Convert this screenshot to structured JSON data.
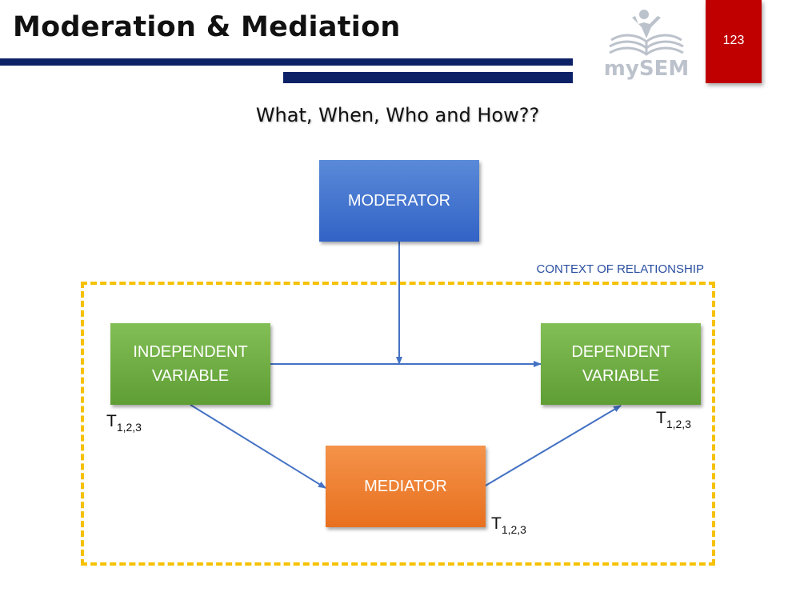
{
  "header": {
    "title": "Moderation & Mediation",
    "logo_text": "mySEM",
    "page_number": "123"
  },
  "subtitle": "What, When, Who and How??",
  "diagram": {
    "context_label": "CONTEXT OF RELATIONSHIP",
    "nodes": {
      "moderator": "MODERATOR",
      "independent_line1": "INDEPENDENT",
      "independent_line2": "VARIABLE",
      "dependent_line1": "DEPENDENT",
      "dependent_line2": "VARIABLE",
      "mediator": "MEDIATOR"
    },
    "time_labels": {
      "independent": {
        "main": "T",
        "sub": "1,2,3"
      },
      "dependent": {
        "main": "T",
        "sub": "1,2,3"
      },
      "mediator": {
        "main": "T",
        "sub": "1,2,3"
      }
    }
  },
  "colors": {
    "navy_rule": "#0d2167",
    "page_box": "#c00000",
    "context_border": "#f5c100",
    "context_label": "#2a4fa0",
    "arrow": "#4472c4",
    "moderator": "#4a7bd0",
    "variable": "#70ad47",
    "mediator": "#ed7d31",
    "logo": "#bcc2cc"
  }
}
